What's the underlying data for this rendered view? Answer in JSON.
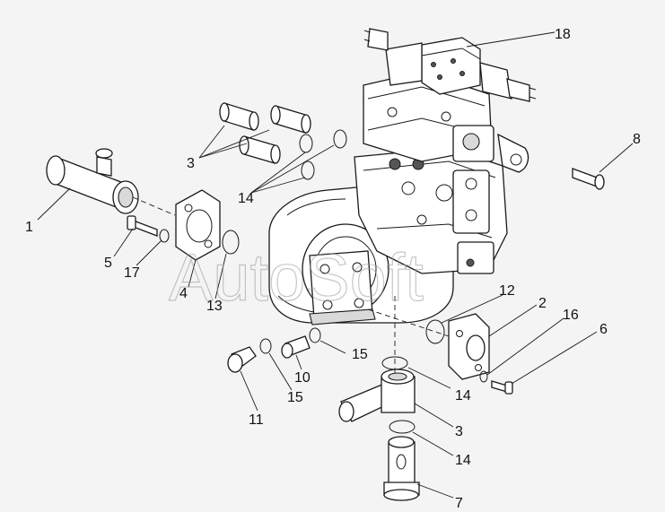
{
  "watermark": "AutoSoft",
  "callouts": [
    {
      "id": "c1",
      "label": "1"
    },
    {
      "id": "c2",
      "label": "2"
    },
    {
      "id": "c3a",
      "label": "3"
    },
    {
      "id": "c3b",
      "label": "3"
    },
    {
      "id": "c4",
      "label": "4"
    },
    {
      "id": "c5",
      "label": "5"
    },
    {
      "id": "c6",
      "label": "6"
    },
    {
      "id": "c7",
      "label": "7"
    },
    {
      "id": "c8",
      "label": "8"
    },
    {
      "id": "c10",
      "label": "10"
    },
    {
      "id": "c11",
      "label": "11"
    },
    {
      "id": "c12",
      "label": "12"
    },
    {
      "id": "c13",
      "label": "13"
    },
    {
      "id": "c14a",
      "label": "14"
    },
    {
      "id": "c14b",
      "label": "14"
    },
    {
      "id": "c14c",
      "label": "14"
    },
    {
      "id": "c15a",
      "label": "15"
    },
    {
      "id": "c15b",
      "label": "15"
    },
    {
      "id": "c16",
      "label": "16"
    },
    {
      "id": "c17",
      "label": "17"
    },
    {
      "id": "c18",
      "label": "18"
    }
  ]
}
